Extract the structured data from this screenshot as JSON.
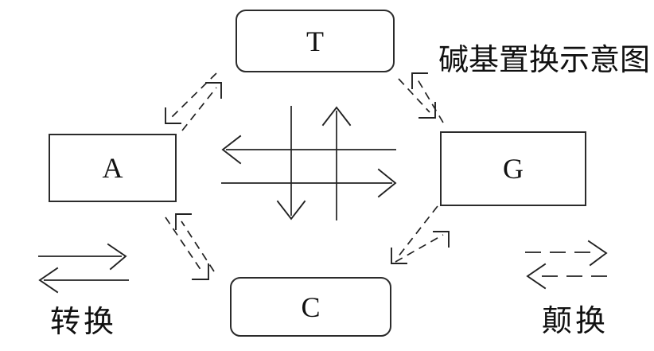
{
  "diagram": {
    "title": "碱基置换示意图",
    "nodes": [
      {
        "id": "t",
        "label": "T",
        "shape": "rounded-rect"
      },
      {
        "id": "a",
        "label": "A",
        "shape": "rect"
      },
      {
        "id": "g",
        "label": "G",
        "shape": "rect"
      },
      {
        "id": "c",
        "label": "C",
        "shape": "rounded-rect"
      }
    ],
    "legend": [
      {
        "label": "转换",
        "arrow_style": "solid",
        "meaning": "transition"
      },
      {
        "label": "颠换",
        "arrow_style": "dashed",
        "meaning": "transversion"
      }
    ],
    "relations": {
      "transitions_solid_arrows": [
        "A↔G",
        "T↔C"
      ],
      "transversions_dashed_arrows": [
        "T↔A",
        "T↔G",
        "A↔C",
        "C↔G"
      ]
    },
    "colors": {
      "background": "#ffffff",
      "line": "#222222",
      "text": "#111111"
    }
  }
}
